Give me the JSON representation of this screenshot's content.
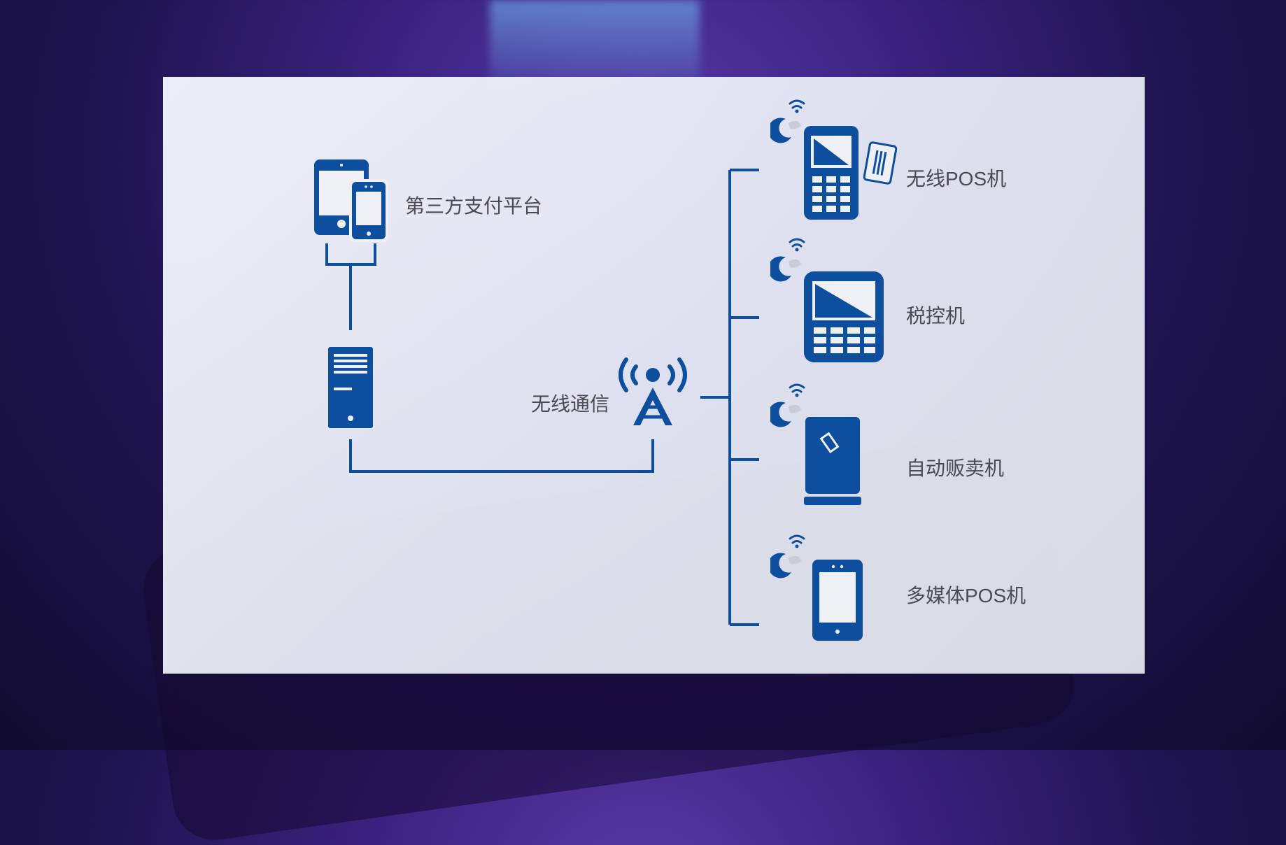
{
  "colors": {
    "primary": "#0d4f9e",
    "text": "#4a4a52",
    "panel": "#eef0f6"
  },
  "platform": {
    "label": "第三方支付平台",
    "icon": "tablet-phone-icon"
  },
  "server": {
    "icon": "server-icon"
  },
  "wireless": {
    "label": "无线通信",
    "icon": "signal-tower-icon"
  },
  "terminals": [
    {
      "label": "无线POS机",
      "icon": "wireless-pos-icon"
    },
    {
      "label": "税控机",
      "icon": "tax-control-machine-icon"
    },
    {
      "label": "自动贩卖机",
      "icon": "vending-machine-icon"
    },
    {
      "label": "多媒体POS机",
      "icon": "multimedia-pos-icon"
    }
  ]
}
